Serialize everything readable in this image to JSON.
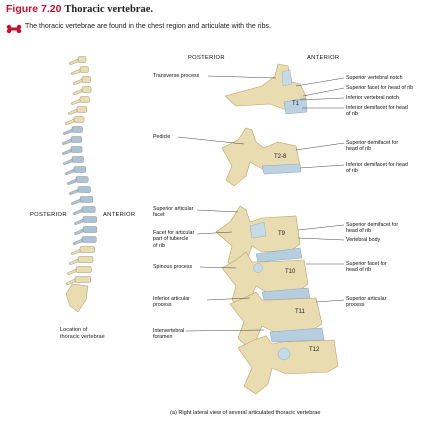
{
  "figure": {
    "number": "Figure 7.20",
    "title": "Thoracic vertebrae.",
    "intro": "The thoracic vertebrae are found in the chest region and articulate with the ribs."
  },
  "spine_panel": {
    "posterior": "POSTERIOR",
    "anterior": "ANTERIOR",
    "location_label": [
      "Location of",
      "thoracic vertebrae"
    ]
  },
  "detail_panel": {
    "posterior": "POSTERIOR",
    "anterior": "ANTERIOR",
    "vertebra_labels": [
      "T1",
      "T2-8",
      "T9",
      "T10",
      "T11",
      "T12"
    ],
    "left_labels": [
      {
        "lines": [
          "Transverse process"
        ]
      },
      {
        "lines": [
          "Pedicle"
        ]
      },
      {
        "lines": [
          "Superior articular",
          "facet"
        ]
      },
      {
        "lines": [
          "Facet for articular",
          "part of tubercle",
          "of rib"
        ]
      },
      {
        "lines": [
          "Spinous process"
        ]
      },
      {
        "lines": [
          "Inferior articular",
          "process"
        ]
      },
      {
        "lines": [
          "Intervertebral",
          "foramen"
        ]
      }
    ],
    "right_labels": [
      {
        "lines": [
          "Superior vertebral notch"
        ]
      },
      {
        "lines": [
          "Superior facet for head of rib"
        ]
      },
      {
        "lines": [
          "Inferior vertebral notch"
        ]
      },
      {
        "lines": [
          "Inferior demifacet for head",
          "of rib"
        ]
      },
      {
        "lines": [
          "Superior demifacet for",
          "head of rib"
        ]
      },
      {
        "lines": [
          "Inferior demifacet for head",
          "of rib"
        ]
      },
      {
        "lines": [
          "Superior demifacet for",
          "head of rib"
        ]
      },
      {
        "lines": [
          "Vertebral body"
        ]
      },
      {
        "lines": [
          "Superior facet for",
          "head of rib"
        ]
      },
      {
        "lines": [
          "Superior articular",
          "process"
        ]
      }
    ],
    "caption": "(a) Right lateral view of several articulated thoracic vertebrae"
  },
  "colors": {
    "title_red": "#c8102e",
    "bone": "#e9dcb0",
    "bone_shadow": "#c9b67e",
    "thoracic_blue": "#a9c4d8",
    "disc_blue": "#b6cfe0"
  }
}
